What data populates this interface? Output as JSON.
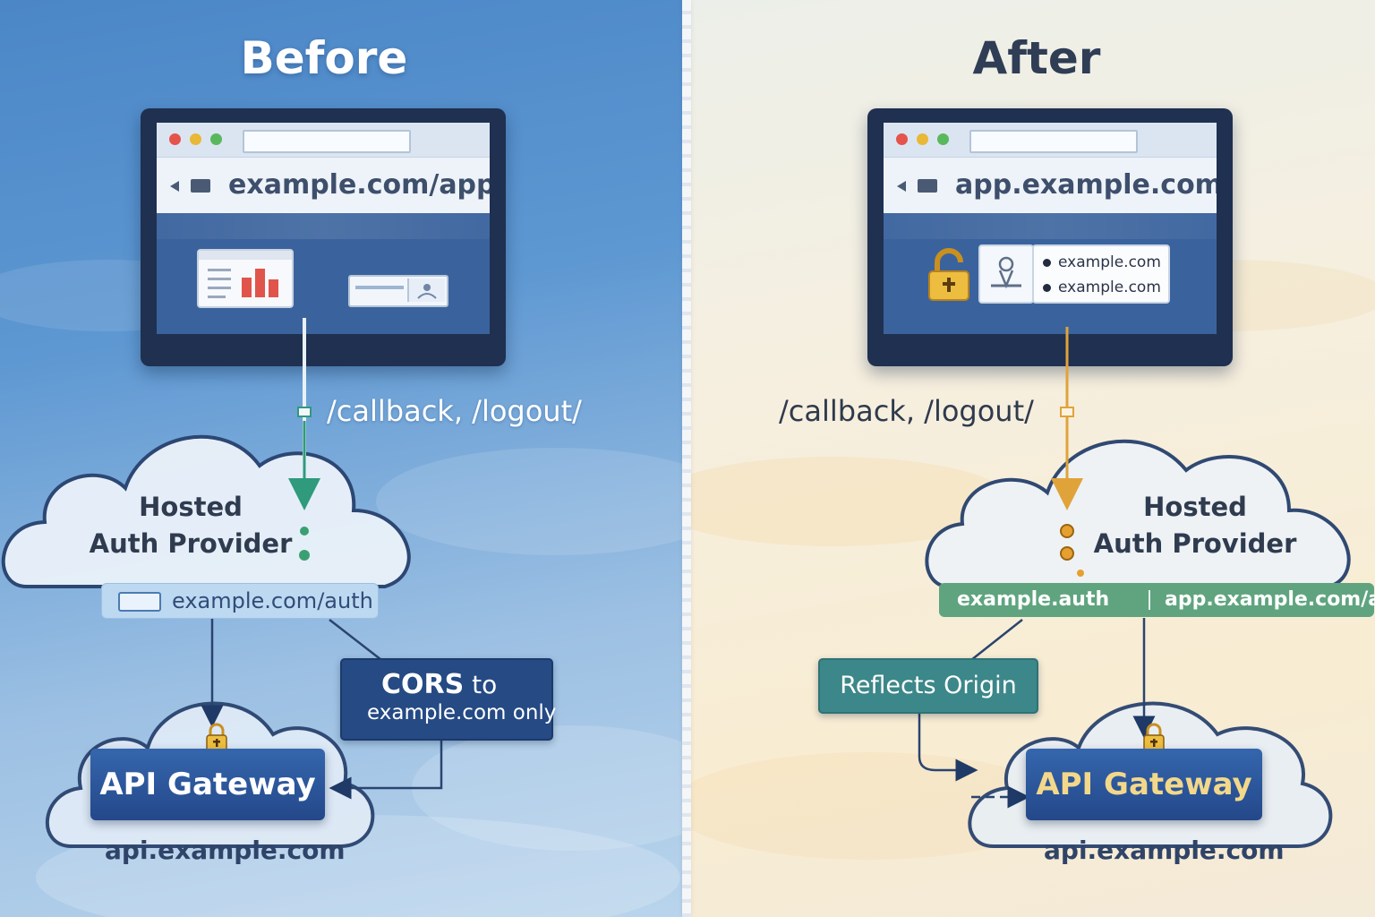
{
  "before": {
    "heading": "Before",
    "browser": {
      "url": "example.com/app"
    },
    "callback_paths": "/callback, /logout/",
    "auth_provider": {
      "line1": "Hosted",
      "line2": "Auth Provider",
      "domain": "example.com/auth"
    },
    "cors_note": {
      "bold": "CORS",
      "rest": "to",
      "line2": "example.com only"
    },
    "gateway": {
      "label": "API Gateway",
      "domain": "api.example.com"
    }
  },
  "after": {
    "heading": "After",
    "browser": {
      "url": "app.example.com",
      "domains": [
        "example.com",
        "example.com"
      ]
    },
    "callback_paths": "/callback, /logout/",
    "auth_provider": {
      "line1": "Hosted",
      "line2": "Auth Provider",
      "domain_left": "example.auth",
      "domain_right": "app.example.com/auth"
    },
    "reflect_note": "Reflects Origin",
    "gateway": {
      "label": "API Gateway",
      "domain": "api.example.com"
    }
  },
  "colors": {
    "before_bg": "#5e98d2",
    "after_bg": "#f6efdf",
    "before_arrow": "#2f9a7c",
    "after_arrow": "#e0a33a",
    "gateway_blue": "#2b559b",
    "pill_green": "#5fa47f",
    "note_teal": "#3c8789",
    "lock_gold": "#e8b836"
  }
}
